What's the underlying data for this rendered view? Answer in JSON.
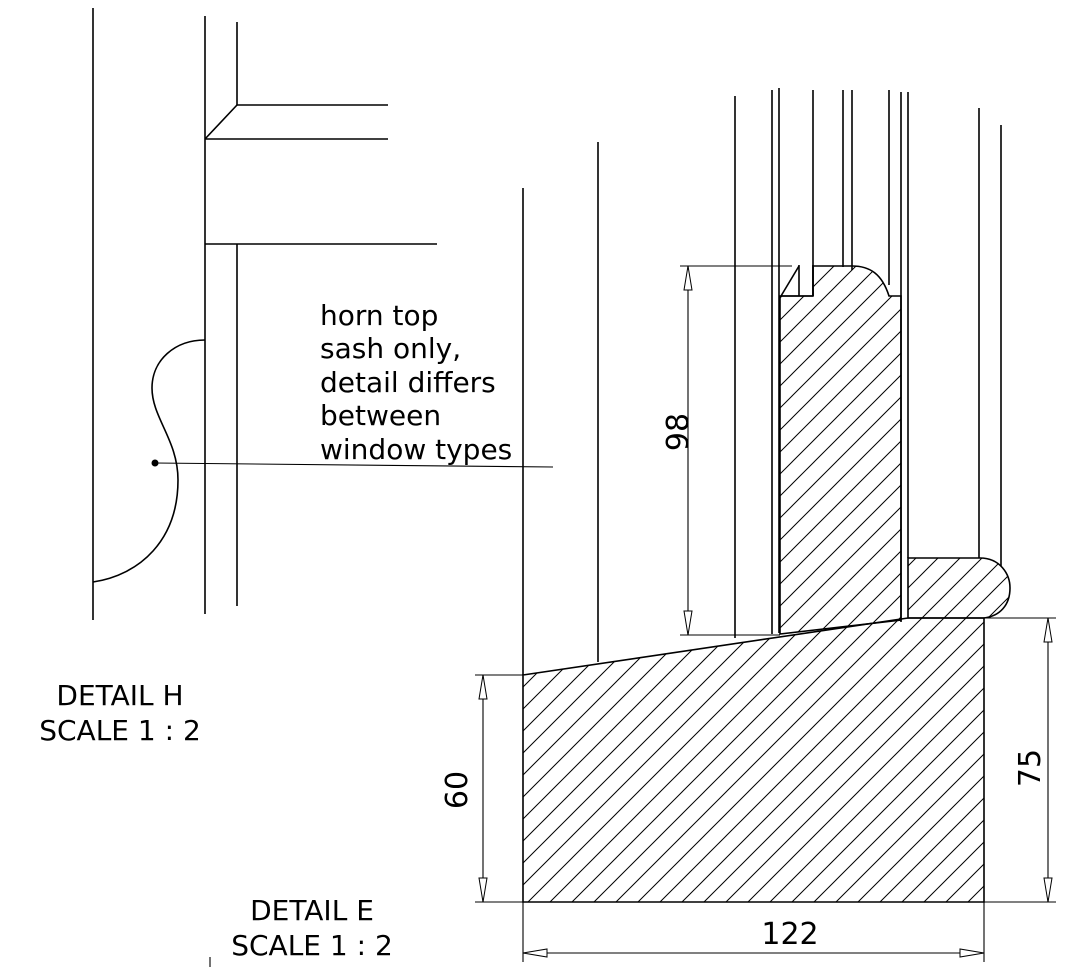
{
  "detail_h": {
    "title": "DETAIL H",
    "scale": "SCALE 1 : 2"
  },
  "detail_e": {
    "title": "DETAIL E",
    "scale": "SCALE 1 : 2"
  },
  "note": {
    "line1": "horn top",
    "line2": "sash only,",
    "line3": "detail differs",
    "line4": "between",
    "line5": "window types"
  },
  "dimensions": {
    "sash_height": "98",
    "sill_front_height": "60",
    "sill_back_height": "75",
    "sill_width": "122"
  }
}
